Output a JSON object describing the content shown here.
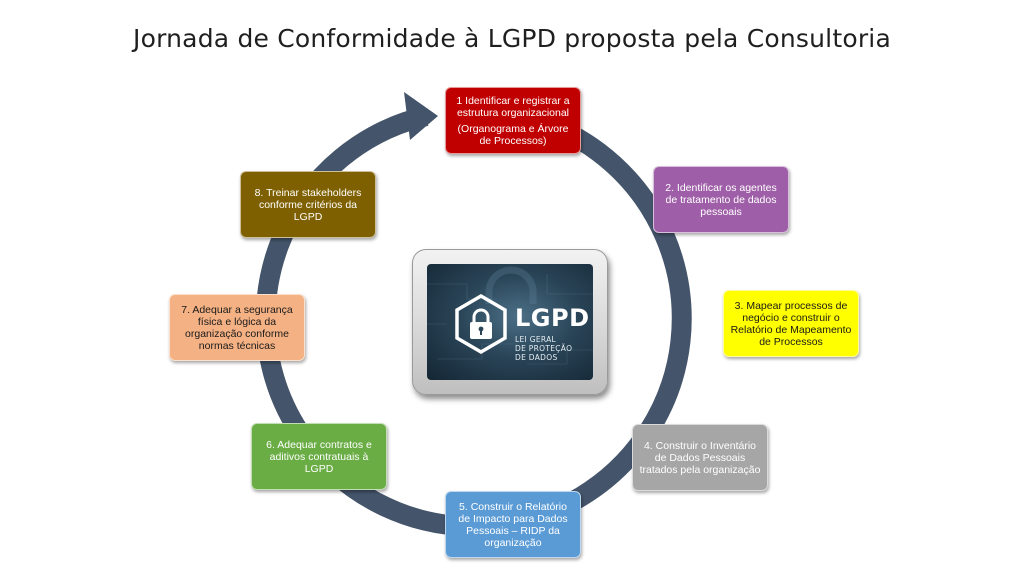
{
  "title": "Jornada de Conformidade à LGPD proposta pela Consultoria",
  "colors": {
    "ring": "#44546a",
    "step1": "#c00000",
    "step2": "#9f5fa8",
    "step3": "#ffff00",
    "step4": "#a6a6a6",
    "step5": "#5b9bd5",
    "step6": "#6aad45",
    "step7": "#f4b183",
    "step8": "#7f6000"
  },
  "steps": [
    {
      "lines": [
        "1 Identificar  e registrar a",
        "estrutura organizacional"
      ],
      "sub": [
        "(Organograma  e Árvore",
        "de Processos)"
      ]
    },
    {
      "lines": [
        "2. Identificar  os agentes",
        "de tratamento de dados",
        "pessoais"
      ]
    },
    {
      "lines": [
        "3. Mapear processos de",
        "negócio e construir o",
        "Relatório de Mapeamento",
        "de Processos"
      ]
    },
    {
      "lines": [
        "4. Construir  o Inventário",
        "de Dados Pessoais",
        "tratados pela organização"
      ]
    },
    {
      "lines": [
        "5. Construir  o Relatório",
        "de Impacto para Dados",
        "Pessoais – RIDP da",
        "organização"
      ]
    },
    {
      "lines": [
        "6. Adequar contratos e",
        "aditivos  contratuais à",
        "LGPD"
      ]
    },
    {
      "lines": [
        "7. Adequar a segurança",
        "física e lógica da",
        "organização conforme",
        "normas técnicas"
      ]
    },
    {
      "lines": [
        "8. Treinar  stakeholders",
        "conforme  critérios  da",
        "LGPD"
      ]
    }
  ],
  "logo": {
    "icon": "padlock-shield-icon",
    "title": "LGPD",
    "subtitle": [
      "LEI GERAL",
      "DE PROTEÇÃO",
      "DE DADOS"
    ]
  }
}
